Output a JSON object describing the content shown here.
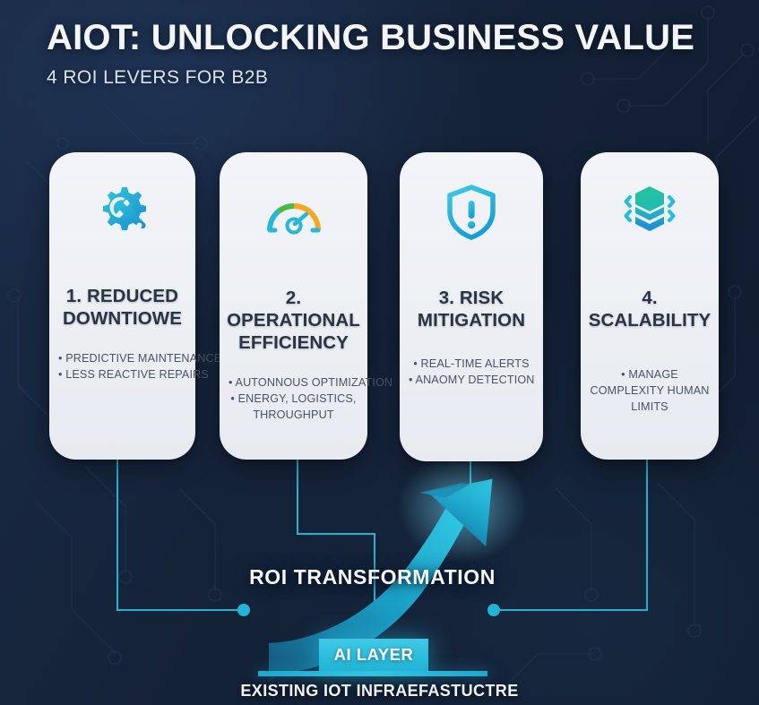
{
  "header": {
    "title": "AIOT: UNLOCKING BUSINESS VALUE",
    "subtitle": "4 ROI LEVERS FOR B2B"
  },
  "cards": [
    {
      "icon": "gear-wrench-icon",
      "title_line1": "1. REDUCED",
      "title_line2": "DOWNTIOWE",
      "bullets": [
        "• PREDICTIVE MAINTENANCE",
        "• LESS REACTIVE REPAIRS"
      ]
    },
    {
      "icon": "gauge-icon",
      "title_line1": "2. OPERATIONAL",
      "title_line2": "EFFICIENCY",
      "bullets": [
        "• AUTONNOUS OPTIMIZATION",
        "• ENERGY, LOGISTICS, THROUGHPUT"
      ]
    },
    {
      "icon": "shield-alert-icon",
      "title_line1": "3. RISK",
      "title_line2": "MITIGATION",
      "bullets": [
        "• REAL-TIME ALERTS",
        "• ANAOMY DETECTION"
      ]
    },
    {
      "icon": "stacked-layers-icon",
      "title_line1": "4. SCALABILITY",
      "title_line2": "",
      "bullets": [
        "• MANAGE COMPLEXITY HUMAN LIMITS"
      ]
    }
  ],
  "footer": {
    "roi_label": "ROI TRANSFORMATION",
    "ai_layer_badge": "AI LAYER",
    "infrastructure_label": "EXISTING IOT INFRAEFASTUCTRE"
  },
  "colors": {
    "background_dark": "#16243c",
    "background_darker": "#101b2c",
    "accent_cyan": "#22b4d6",
    "accent_cyan_light": "#3fc9e6",
    "card_surface": "#eceff4",
    "title_text": "#f2f6fb",
    "card_title_text": "#2b3442",
    "bullet_text": "#4a5363",
    "gauge_green": "#4cb944",
    "gauge_orange": "#f5a623",
    "layers_green": "#2ec4a0"
  }
}
